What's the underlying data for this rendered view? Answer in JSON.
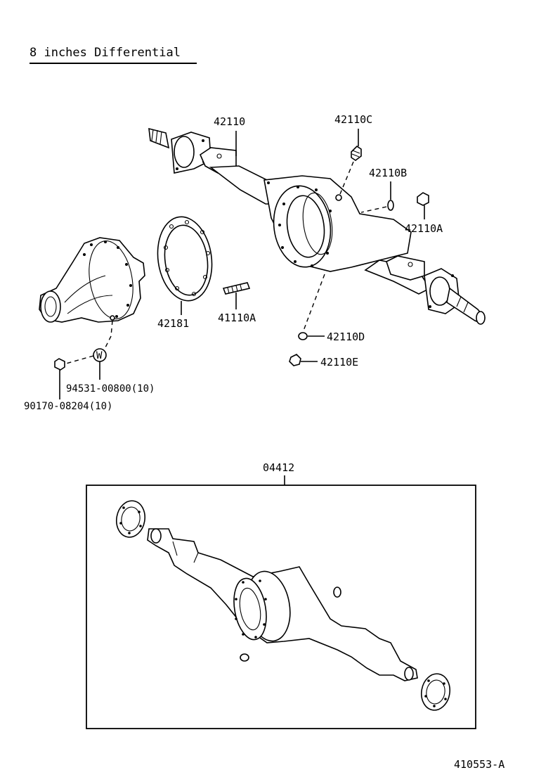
{
  "title": "8 inches Differential",
  "parts": {
    "p42110": "42110",
    "p42110C": "42110C",
    "p42110B": "42110B",
    "p42110A": "42110A",
    "p42181": "42181",
    "p41110A": "41110A",
    "p42110D": "42110D",
    "p42110E": "42110E",
    "p94531": "94531-00800(10)",
    "p90170": "90170-08204(10)",
    "p04412": "04412"
  },
  "washer_mark": "W",
  "diagram_id": "410553-A"
}
